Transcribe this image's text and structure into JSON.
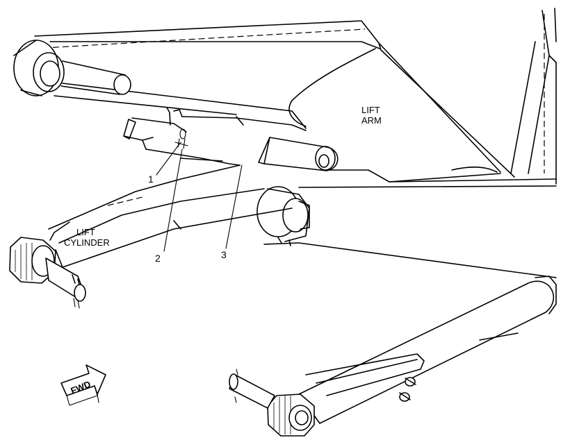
{
  "labels": {
    "lift_arm_line1": "LIFT",
    "lift_arm_line2": "ARM",
    "lift_cylinder_line1": "LIFT",
    "lift_cylinder_line2": "CYLINDER",
    "fwd": "FWD"
  },
  "callouts": [
    "1",
    "2",
    "3"
  ]
}
